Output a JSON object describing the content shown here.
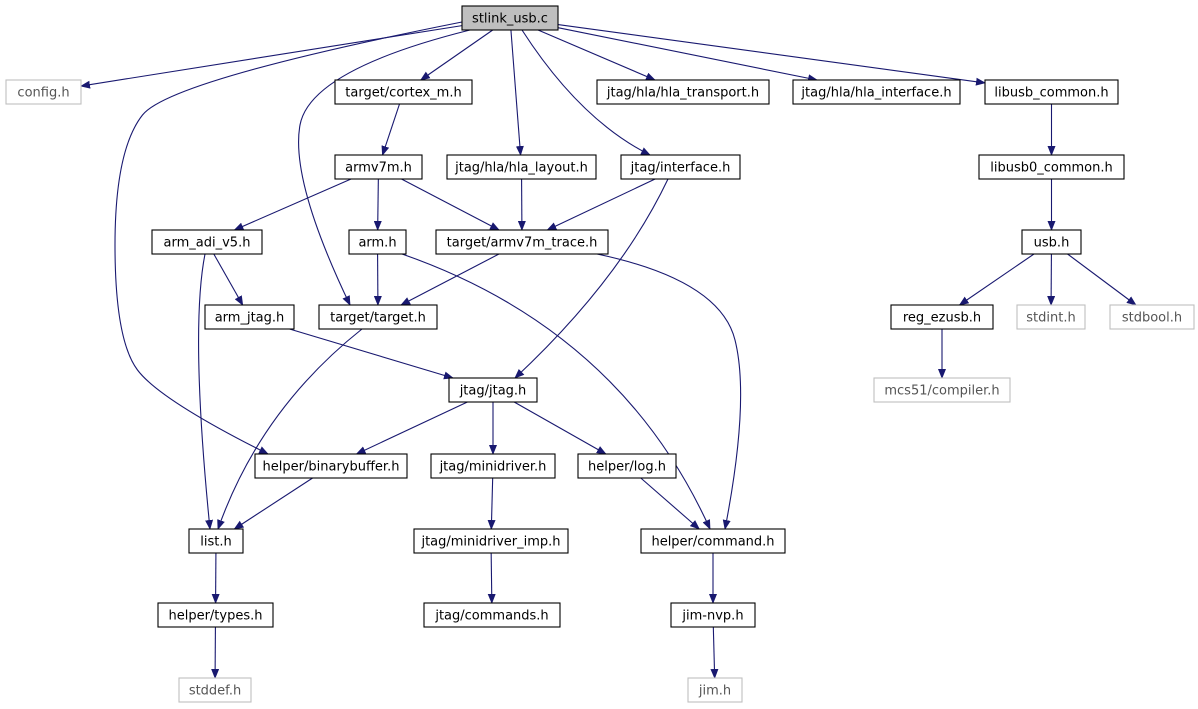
{
  "graph": {
    "nodes": [
      {
        "id": "stlink_usb",
        "label": "stlink_usb.c",
        "kind": "root"
      },
      {
        "id": "config",
        "label": "config.h",
        "kind": "external"
      },
      {
        "id": "cortex_m",
        "label": "target/cortex_m.h",
        "kind": "file"
      },
      {
        "id": "hla_transport",
        "label": "jtag/hla/hla_transport.h",
        "kind": "file"
      },
      {
        "id": "hla_interface",
        "label": "jtag/hla/hla_interface.h",
        "kind": "file"
      },
      {
        "id": "libusb_common",
        "label": "libusb_common.h",
        "kind": "file"
      },
      {
        "id": "armv7m",
        "label": "armv7m.h",
        "kind": "file"
      },
      {
        "id": "hla_layout",
        "label": "jtag/hla/hla_layout.h",
        "kind": "file"
      },
      {
        "id": "interface",
        "label": "jtag/interface.h",
        "kind": "file"
      },
      {
        "id": "libusb0_common",
        "label": "libusb0_common.h",
        "kind": "file"
      },
      {
        "id": "arm_adi_v5",
        "label": "arm_adi_v5.h",
        "kind": "file"
      },
      {
        "id": "arm",
        "label": "arm.h",
        "kind": "file"
      },
      {
        "id": "armv7m_trace",
        "label": "target/armv7m_trace.h",
        "kind": "file"
      },
      {
        "id": "usb",
        "label": "usb.h",
        "kind": "file"
      },
      {
        "id": "arm_jtag",
        "label": "arm_jtag.h",
        "kind": "file"
      },
      {
        "id": "target",
        "label": "target/target.h",
        "kind": "file"
      },
      {
        "id": "reg_ezusb",
        "label": "reg_ezusb.h",
        "kind": "file"
      },
      {
        "id": "stdint",
        "label": "stdint.h",
        "kind": "external"
      },
      {
        "id": "stdbool",
        "label": "stdbool.h",
        "kind": "external"
      },
      {
        "id": "jtag",
        "label": "jtag/jtag.h",
        "kind": "file"
      },
      {
        "id": "mcs51_compiler",
        "label": "mcs51/compiler.h",
        "kind": "external"
      },
      {
        "id": "binarybuffer",
        "label": "helper/binarybuffer.h",
        "kind": "file"
      },
      {
        "id": "minidriver",
        "label": "jtag/minidriver.h",
        "kind": "file"
      },
      {
        "id": "log",
        "label": "helper/log.h",
        "kind": "file"
      },
      {
        "id": "list",
        "label": "list.h",
        "kind": "file"
      },
      {
        "id": "minidriver_imp",
        "label": "jtag/minidriver_imp.h",
        "kind": "file"
      },
      {
        "id": "command",
        "label": "helper/command.h",
        "kind": "file"
      },
      {
        "id": "types",
        "label": "helper/types.h",
        "kind": "file"
      },
      {
        "id": "commands",
        "label": "jtag/commands.h",
        "kind": "file"
      },
      {
        "id": "jim_nvp",
        "label": "jim-nvp.h",
        "kind": "file"
      },
      {
        "id": "stddef",
        "label": "stddef.h",
        "kind": "external"
      },
      {
        "id": "jim",
        "label": "jim.h",
        "kind": "external"
      }
    ],
    "edges": [
      {
        "from": "stlink_usb",
        "to": "config"
      },
      {
        "from": "stlink_usb",
        "to": "cortex_m"
      },
      {
        "from": "stlink_usb",
        "to": "hla_transport"
      },
      {
        "from": "stlink_usb",
        "to": "hla_interface"
      },
      {
        "from": "stlink_usb",
        "to": "libusb_common"
      },
      {
        "from": "stlink_usb",
        "to": "hla_layout"
      },
      {
        "from": "stlink_usb",
        "to": "interface"
      },
      {
        "from": "stlink_usb",
        "to": "target"
      },
      {
        "from": "stlink_usb",
        "to": "binarybuffer"
      },
      {
        "from": "cortex_m",
        "to": "armv7m"
      },
      {
        "from": "armv7m",
        "to": "arm_adi_v5"
      },
      {
        "from": "armv7m",
        "to": "arm"
      },
      {
        "from": "armv7m",
        "to": "armv7m_trace"
      },
      {
        "from": "hla_layout",
        "to": "armv7m_trace"
      },
      {
        "from": "interface",
        "to": "armv7m_trace"
      },
      {
        "from": "interface",
        "to": "jtag"
      },
      {
        "from": "libusb_common",
        "to": "libusb0_common"
      },
      {
        "from": "libusb0_common",
        "to": "usb"
      },
      {
        "from": "usb",
        "to": "reg_ezusb"
      },
      {
        "from": "usb",
        "to": "stdint"
      },
      {
        "from": "usb",
        "to": "stdbool"
      },
      {
        "from": "reg_ezusb",
        "to": "mcs51_compiler"
      },
      {
        "from": "arm_adi_v5",
        "to": "arm_jtag"
      },
      {
        "from": "arm_adi_v5",
        "to": "list"
      },
      {
        "from": "arm",
        "to": "target"
      },
      {
        "from": "arm",
        "to": "command"
      },
      {
        "from": "armv7m_trace",
        "to": "target"
      },
      {
        "from": "armv7m_trace",
        "to": "command"
      },
      {
        "from": "arm_jtag",
        "to": "jtag"
      },
      {
        "from": "target",
        "to": "list"
      },
      {
        "from": "jtag",
        "to": "binarybuffer"
      },
      {
        "from": "jtag",
        "to": "minidriver"
      },
      {
        "from": "jtag",
        "to": "log"
      },
      {
        "from": "binarybuffer",
        "to": "list"
      },
      {
        "from": "minidriver",
        "to": "minidriver_imp"
      },
      {
        "from": "minidriver_imp",
        "to": "commands"
      },
      {
        "from": "log",
        "to": "command"
      },
      {
        "from": "list",
        "to": "types"
      },
      {
        "from": "types",
        "to": "stddef"
      },
      {
        "from": "command",
        "to": "jim_nvp"
      },
      {
        "from": "jim_nvp",
        "to": "jim"
      }
    ]
  },
  "colors": {
    "edge": "#191970",
    "root_fill": "#bfbfbf",
    "node_fill": "#ffffff",
    "node_border": "#000000",
    "external_border": "#bfbfbf",
    "text": "#000000",
    "external_text": "#555555"
  }
}
